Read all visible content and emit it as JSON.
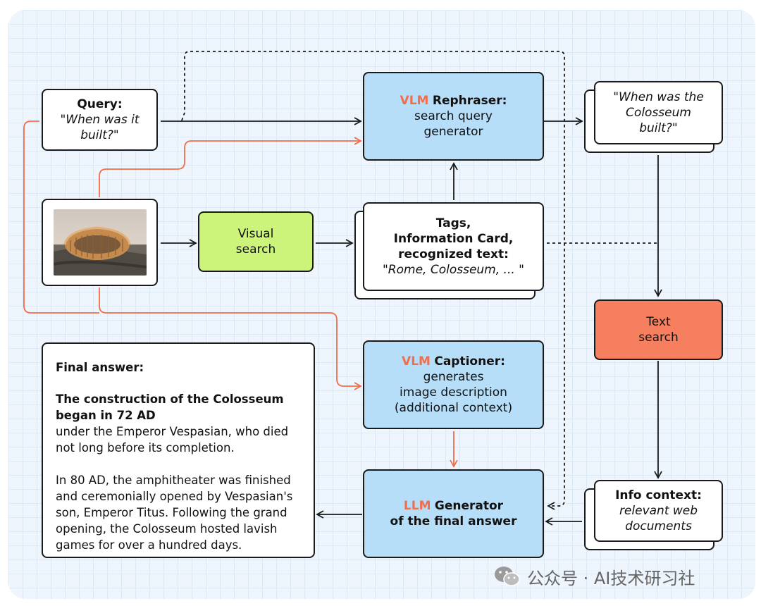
{
  "query": {
    "label": "Query:",
    "text": "\"When was it built?\""
  },
  "rephraser": {
    "accent": "VLM",
    "title": "Rephraser:",
    "line1": "search query",
    "line2": "generator"
  },
  "rephrased_query": {
    "text": "\"When was the Colosseum built?\""
  },
  "visual_search": {
    "line1": "Visual",
    "line2": "search"
  },
  "tags": {
    "line1": "Tags,",
    "line2": "Information Card,",
    "line3": "recognized text:",
    "example": "\"Rome, Colosseum, ... \""
  },
  "text_search": {
    "line1": "Text",
    "line2": "search"
  },
  "captioner": {
    "accent": "VLM",
    "title": "Captioner:",
    "line1": "generates",
    "line2": "image description",
    "line3": "(additional context)"
  },
  "generator": {
    "accent": "LLM",
    "title": "Generator",
    "line2": "of the final answer"
  },
  "info_context": {
    "title": "Info context:",
    "line1": "relevant web",
    "line2": "documents"
  },
  "final_answer": {
    "label": "Final answer:",
    "bold": "The construction of the Colosseum began in 72 AD",
    "text1": "under the Emperor Vespasian, who died not long before its completion.",
    "text2": "In 80 AD, the amphitheater was finished and ceremonially opened by Vespasian's son, Emperor Titus. Following the grand opening, the Colosseum hosted lavish games for over a hundred days."
  },
  "watermark": {
    "text": "公众号 · AI技术研习社"
  },
  "colors": {
    "accent": "#f26d4a",
    "blue_box": "#b7def9",
    "green_box": "#cdf47a",
    "red_box": "#f67f5f",
    "line": "#1a1a1a"
  }
}
